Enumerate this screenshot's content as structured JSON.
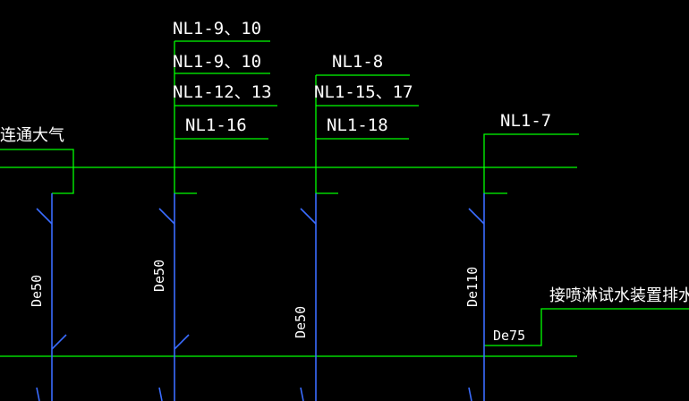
{
  "labels": {
    "top_left_label": "连通大气",
    "right_label": "接喷淋试水装置排水",
    "col1_tags": [
      "NL1-9、10",
      "NL1-9、10",
      "NL1-12、13",
      "NL1-16"
    ],
    "col2_tags": [
      "NL1-8",
      "NL1-15、17",
      "NL1-18"
    ],
    "col3_tags": [
      "NL1-7"
    ],
    "pipe_sizes": {
      "pipe_a": "De50",
      "pipe_b": "De50",
      "pipe_c": "De50",
      "pipe_d": "De110",
      "branch": "De75"
    }
  },
  "colors": {
    "background": "#000000",
    "leader_lines": "#00ff00",
    "pipes": "#3a6cff",
    "text": "#ffffff"
  }
}
